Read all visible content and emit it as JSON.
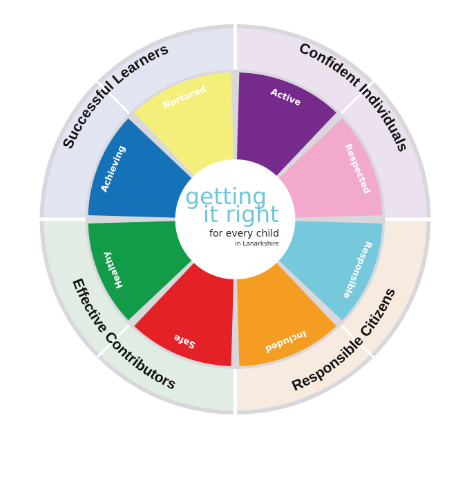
{
  "center": {
    "line1": "getting",
    "line2": "it right",
    "line3": "for every child",
    "line4": "in Lanarkshire",
    "color": "#6ec6dc"
  },
  "outer_quadrants": [
    {
      "label": "Successful Learners",
      "fill": "#e2e5f1"
    },
    {
      "label": "Confident Individuals",
      "fill": "#ece1ef"
    },
    {
      "label": "Responsible Citizens",
      "fill": "#f7eade"
    },
    {
      "label": "Effective Contributors",
      "fill": "#e1ede3"
    }
  ],
  "segments": [
    {
      "label": "Nurtured",
      "color": "#f4ef7a"
    },
    {
      "label": "Active",
      "color": "#762a8c"
    },
    {
      "label": "Respected",
      "color": "#f2a9cb"
    },
    {
      "label": "Responsible",
      "color": "#76c8dd"
    },
    {
      "label": "Included",
      "color": "#f59d22"
    },
    {
      "label": "Safe",
      "color": "#e52128"
    },
    {
      "label": "Healthy",
      "color": "#129b48"
    },
    {
      "label": "Achieving",
      "color": "#1572b8"
    }
  ]
}
